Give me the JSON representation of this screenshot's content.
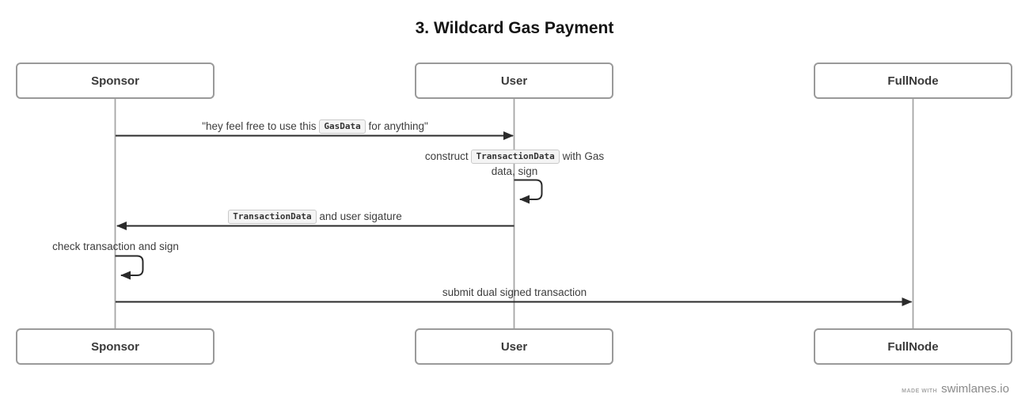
{
  "title": "3. Wildcard Gas Payment",
  "actors": [
    {
      "id": "sponsor",
      "label": "Sponsor"
    },
    {
      "id": "user",
      "label": "User"
    },
    {
      "id": "fullnode",
      "label": "FullNode"
    }
  ],
  "messages": [
    {
      "type": "arrow",
      "from": "Sponsor",
      "to": "User",
      "prefix": "\"hey feel free to use this",
      "code": "GasData",
      "suffix": "for anything\""
    },
    {
      "type": "self",
      "actor": "User",
      "prefix": "construct",
      "code": "TransactionData",
      "suffix": "with Gas data, sign"
    },
    {
      "type": "arrow",
      "from": "User",
      "to": "Sponsor",
      "prefix": "",
      "code": "TransactionData",
      "suffix": "and user sigature"
    },
    {
      "type": "self",
      "actor": "Sponsor",
      "text": "check transaction and sign"
    },
    {
      "type": "arrow",
      "from": "Sponsor",
      "to": "FullNode",
      "text": "submit dual signed transaction"
    }
  ],
  "footer": {
    "made_with": "MADE WITH",
    "brand": "swimlanes.io"
  },
  "colors": {
    "arrow": "#2b2b2b",
    "lifeline": "#a6a6a6",
    "box_border": "#9a9a9a",
    "text": "#3d3d3d",
    "code_chip_bg": "#f4f4f4",
    "code_chip_border": "#c9c9c9"
  }
}
